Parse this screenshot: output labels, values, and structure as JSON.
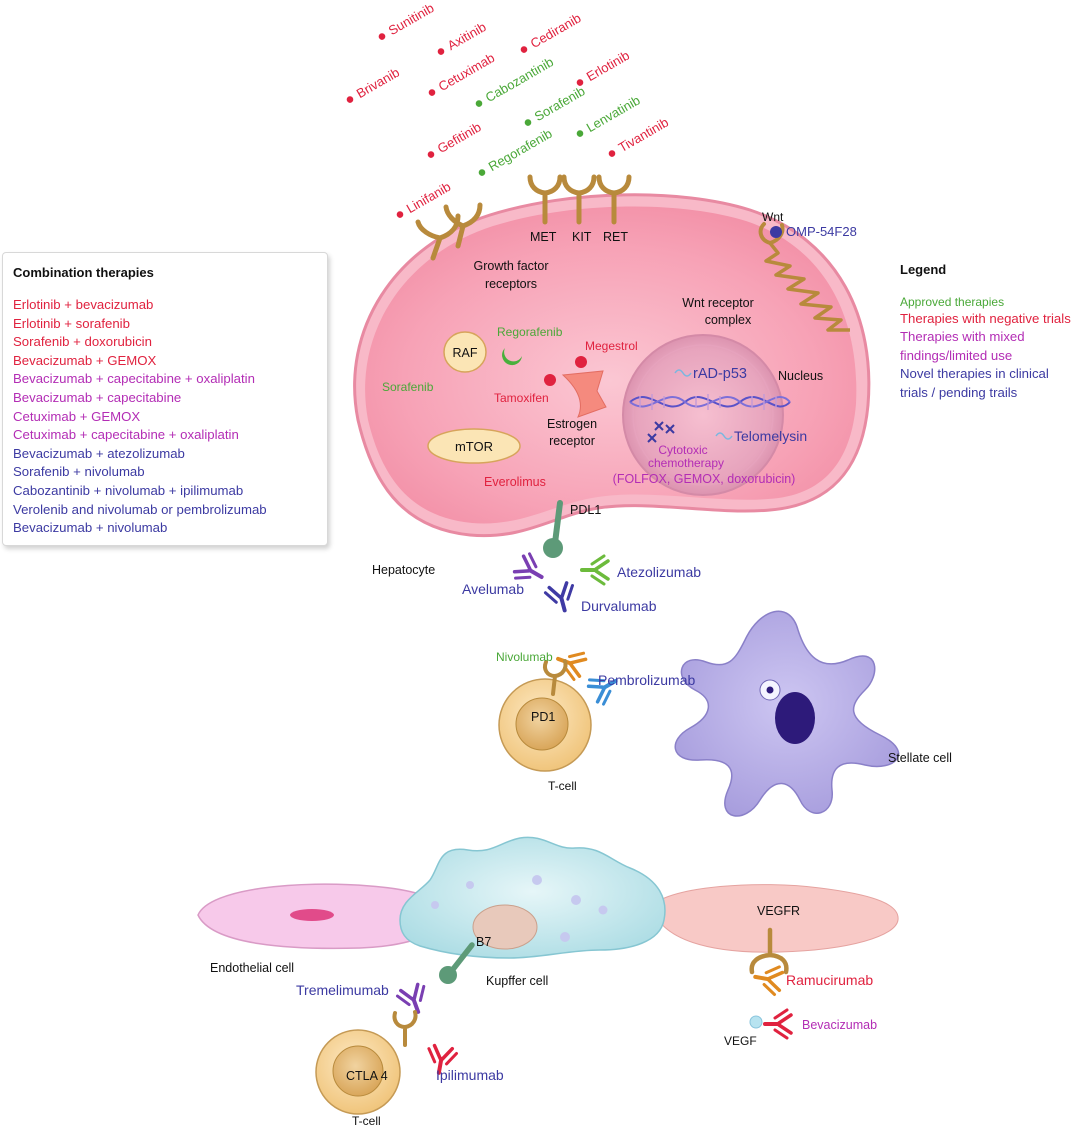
{
  "colors": {
    "approved": "#4aa838",
    "negative": "#e0223f",
    "mixed": "#b32db5",
    "novel": "#3c3aa2",
    "dark": "#111111",
    "receptor": "#b88a3c"
  },
  "drugs_top": [
    {
      "name": "Sunitinib",
      "status": "negative"
    },
    {
      "name": "Axitinib",
      "status": "negative"
    },
    {
      "name": "Cediranib",
      "status": "negative"
    },
    {
      "name": "Brivanib",
      "status": "negative"
    },
    {
      "name": "Cetuximab",
      "status": "negative"
    },
    {
      "name": "Cabozantinib",
      "status": "approved"
    },
    {
      "name": "Erlotinib",
      "status": "negative"
    },
    {
      "name": "Gefitinib",
      "status": "negative"
    },
    {
      "name": "Sorafenib",
      "status": "approved"
    },
    {
      "name": "Lenvatinib",
      "status": "approved"
    },
    {
      "name": "Tivantinib",
      "status": "negative"
    },
    {
      "name": "Regorafenib",
      "status": "approved"
    },
    {
      "name": "Linifanib",
      "status": "negative"
    }
  ],
  "hepatocyte": {
    "receptors": {
      "met": "MET",
      "kit": "KIT",
      "ret": "RET"
    },
    "growth_factor_receptors": "Growth factor receptors",
    "wnt": "Wnt",
    "omp": "OMP-54F28",
    "wnt_receptor_complex": "Wnt receptor complex",
    "raf": "RAF",
    "regorafenib": "Regorafenib",
    "sorafenib": "Sorafenib",
    "megestrol": "Megestrol",
    "tamoxifen": "Tamoxifen",
    "estrogen_receptor": "Estrogen receptor",
    "mtor": "mTOR",
    "everolimus": "Everolimus",
    "nucleus": "Nucleus",
    "rad_p53": "rAD-p53",
    "telomelysin": "Telomelysin",
    "cytotoxic": "Cytotoxic chemotherapy",
    "cytotoxic_regimens": "(FOLFOX, GEMOX, doxorubicin)",
    "pdl1": "PDL1",
    "cell_label": "Hepatocyte",
    "avelumab": "Avelumab",
    "atezolizumab": "Atezolizumab",
    "durvalumab": "Durvalumab"
  },
  "tcell_pd1": {
    "nivolumab": "Nivolumab",
    "pembrolizumab": "Pembrolizumab",
    "pd1": "PD1",
    "label": "T-cell"
  },
  "stellate": {
    "label": "Stellate cell"
  },
  "lower": {
    "endothelial": "Endothelial cell",
    "kupffer": "Kupffer cell",
    "b7": "B7",
    "vegfr": "VEGFR",
    "ramucirumab": "Ramucirumab",
    "vegf": "VEGF",
    "bevacizumab": "Bevacizumab",
    "tremelimumab": "Tremelimumab",
    "ipilimumab": "Ipilimumab",
    "ctla4": "CTLA 4",
    "tcell": "T-cell"
  },
  "combination": {
    "title": "Combination therapies",
    "items": [
      {
        "text": "Erlotinib + bevacizumab",
        "status": "negative"
      },
      {
        "text": "Erlotinib + sorafenib",
        "status": "negative"
      },
      {
        "text": "Sorafenib + doxorubicin",
        "status": "negative"
      },
      {
        "text": "Bevacizumab + GEMOX",
        "status": "negative"
      },
      {
        "text": "Bevacizumab + capecitabine + oxaliplatin",
        "status": "mixed"
      },
      {
        "text": "Bevacizumab + capecitabine",
        "status": "mixed"
      },
      {
        "text": "Cetuximab + GEMOX",
        "status": "mixed"
      },
      {
        "text": "Cetuximab + capecitabine + oxaliplatin",
        "status": "mixed"
      },
      {
        "text": "Bevacizumab + atezolizumab",
        "status": "novel"
      },
      {
        "text": "Sorafenib + nivolumab",
        "status": "novel"
      },
      {
        "text": "Cabozantinib + nivolumab + ipilimumab",
        "status": "novel"
      },
      {
        "text": "Verolenib and nivolumab or pembrolizumab",
        "status": "novel"
      },
      {
        "text": "Bevacizumab + nivolumab",
        "status": "novel"
      }
    ]
  },
  "legend": {
    "title": "Legend",
    "items": [
      {
        "text": "Approved therapies",
        "status": "approved"
      },
      {
        "text": "Therapies with negative trials",
        "status": "negative"
      },
      {
        "text": "Therapies with mixed findings/limited use",
        "status": "mixed"
      },
      {
        "text": "Novel therapies in clinical trials / pending trails",
        "status": "novel"
      }
    ]
  }
}
